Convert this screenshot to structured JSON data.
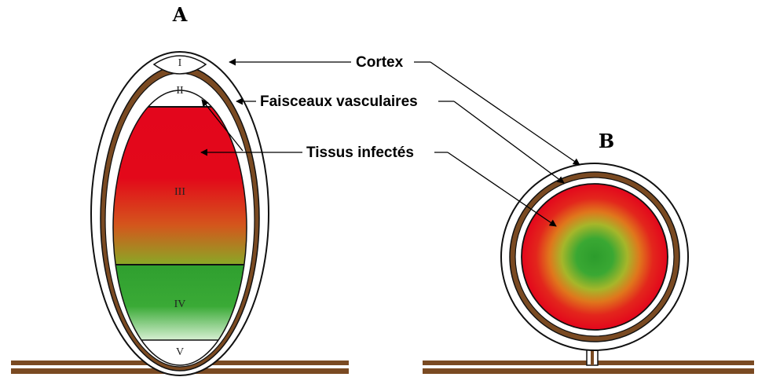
{
  "panels": {
    "a_label": "A",
    "b_label": "B"
  },
  "zones": [
    "I",
    "II",
    "III",
    "IV",
    "V"
  ],
  "callouts": {
    "cortex": "Cortex",
    "vascular_bundles": "Faisceaux vasculaires",
    "infected_tissue": "Tissus infectés"
  },
  "colors": {
    "vascular_brown": "#7a4a22",
    "infected_red": "#e3061c",
    "infected_orange": "#d96a1a",
    "infected_green": "#2f9f2f",
    "outline": "#111111"
  }
}
